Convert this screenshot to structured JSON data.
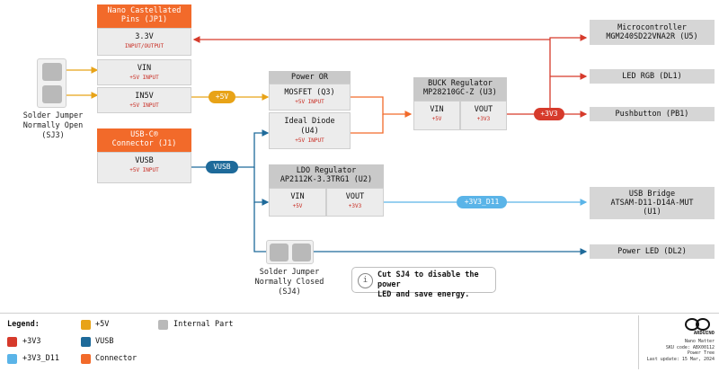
{
  "nano_pins": {
    "title_line1": "Nano Castellated",
    "title_line2": "Pins (JP1)",
    "rows": [
      {
        "name": "3.3V",
        "sub": "INPUT/OUTPUT"
      },
      {
        "name": "VIN",
        "sub": "+5V INPUT"
      },
      {
        "name": "IN5V",
        "sub": "+5V INPUT"
      }
    ]
  },
  "usbc": {
    "title_line1": "USB-C®",
    "title_line2": "Connector (J1)",
    "name": "VUSB",
    "sub": "+5V INPUT"
  },
  "power_or": {
    "title": "Power OR",
    "rows": [
      {
        "name_line1": "MOSFET (Q3)",
        "name_line2": "",
        "sub": "+5V INPUT"
      },
      {
        "name_line1": "Ideal Diode",
        "name_line2": "(U4)",
        "sub": "+5V INPUT"
      }
    ]
  },
  "buck": {
    "title_line1": "BUCK Regulator",
    "title_line2": "MP28210GC-Z (U3)",
    "vin": "VIN",
    "vin_sub": "+5V",
    "vout": "VOUT",
    "vout_sub": "+3V3"
  },
  "ldo": {
    "title_line1": "LDO Regulator",
    "title_line2": "AP2112K-3.3TRG1 (U2)",
    "vin": "VIN",
    "vin_sub": "+5V",
    "vout": "VOUT",
    "vout_sub": "+3V3"
  },
  "right": {
    "mcu_line1": "Microcontroller",
    "mcu_line2": "MGM240SD22VNA2R (U5)",
    "led": "LED RGB (DL1)",
    "button": "Pushbutton (PB1)",
    "usb_bridge_line1": "USB Bridge",
    "usb_bridge_line2": "ATSAM-D11-D14A-MUT",
    "usb_bridge_line3": "(U1)",
    "power_led": "Power LED (DL2)"
  },
  "pills": {
    "v5": "+5V",
    "vusb": "VUSB",
    "v3v3": "+3V3",
    "v3v3_d11": "+3V3_D11"
  },
  "sj3": {
    "line1": "Solder Jumper",
    "line2": "Normally Open",
    "line3": "(SJ3)"
  },
  "sj4": {
    "line1": "Solder Jumper",
    "line2": "Normally Closed",
    "line3": "(SJ4)"
  },
  "note": {
    "icon": "i",
    "line1": "Cut SJ4 to disable the power",
    "line2": "LED and save energy."
  },
  "legend": {
    "title": "Legend:",
    "items": [
      "+5V",
      "Internal Part",
      "+3V3",
      "VUSB",
      "+3V3_D11",
      "Connector"
    ]
  },
  "colors": {
    "v5": "#e8a317",
    "v3v3": "#d63a2b",
    "vusb": "#1e6a9a",
    "v3v3_d11": "#5ab4e8",
    "connector": "#f26a2a",
    "internal": "#b9b9b9"
  },
  "brand": {
    "logo_text": "ARDUINO",
    "l1": "Nano Matter",
    "l2": "SKU code: ABX00112",
    "l3": "Power Tree",
    "l4": "Last update: 15 Mar, 2024"
  }
}
